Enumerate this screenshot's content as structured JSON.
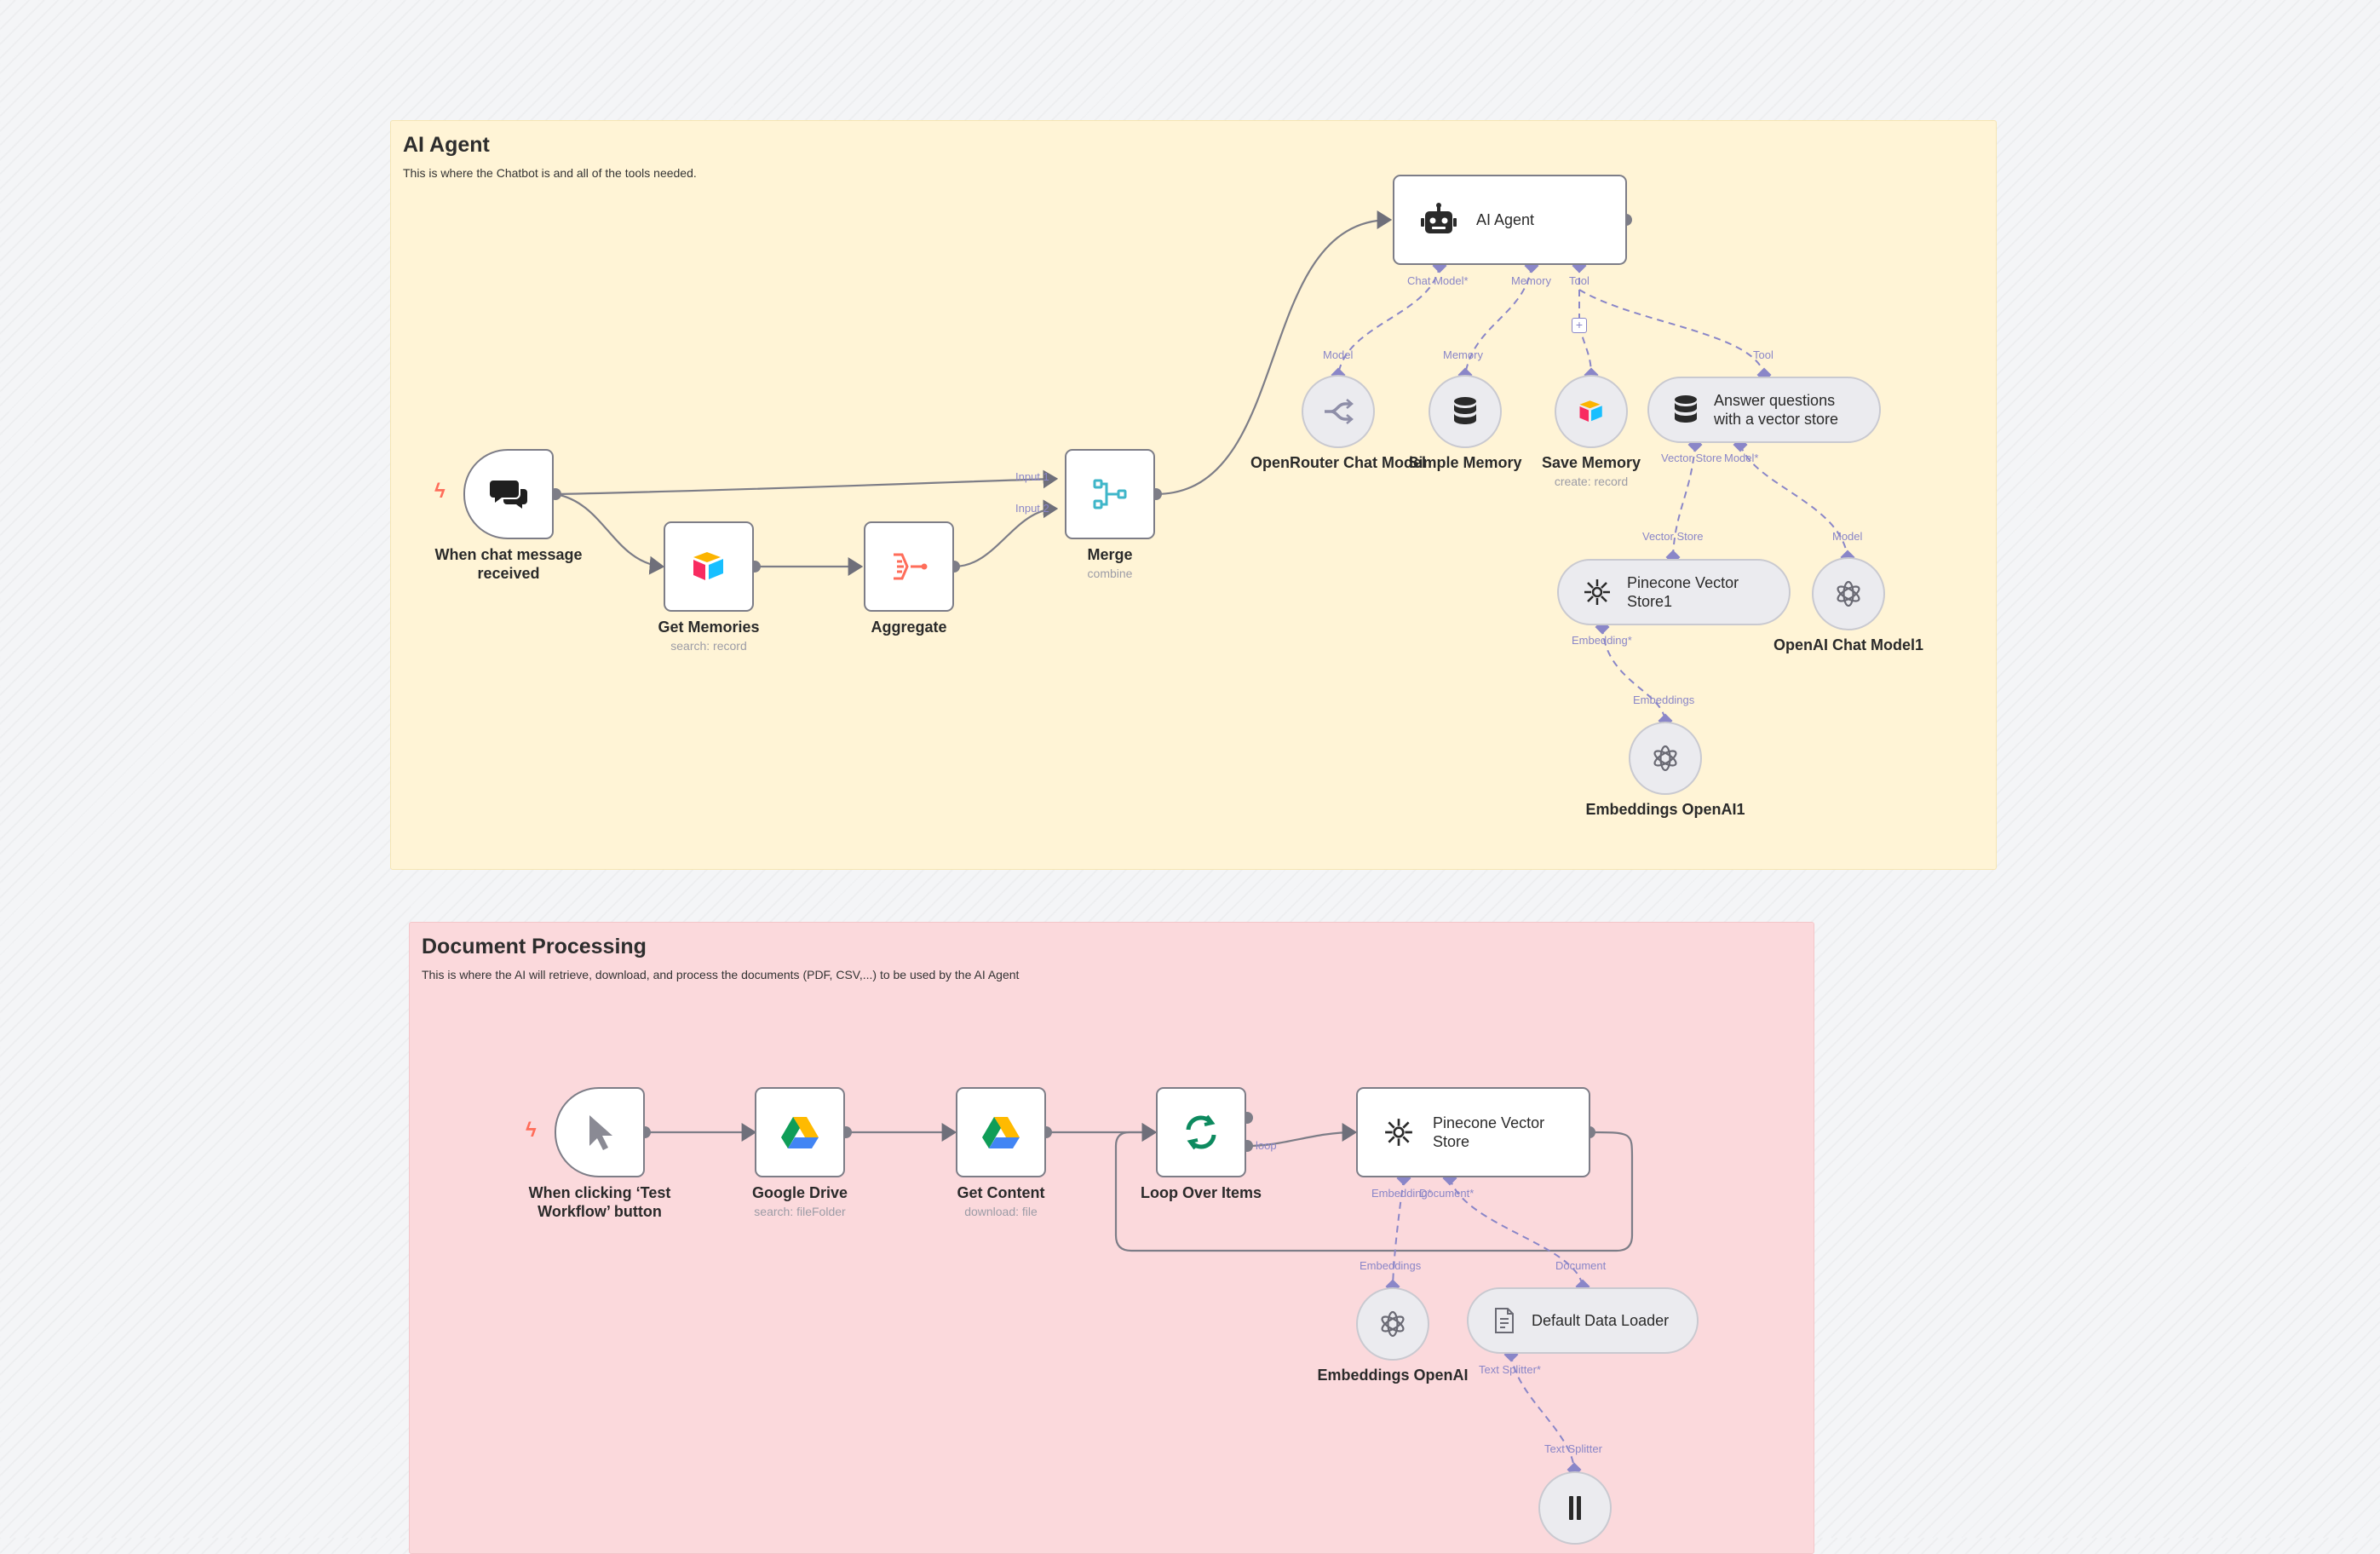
{
  "stickies": {
    "ai_agent": {
      "title": "AI Agent",
      "description": "This is where the Chatbot is and all of the tools needed."
    },
    "document_processing": {
      "title": "Document Processing",
      "description": "This is where the AI will retrieve, download, and process the documents (PDF, CSV,...) to be used by the AI Agent"
    }
  },
  "nodes": {
    "chat_trigger": {
      "title": "When chat message received",
      "icon": "chat-icon"
    },
    "get_memories": {
      "title": "Get Memories",
      "subtitle": "search: record",
      "icon": "airtable-icon"
    },
    "aggregate": {
      "title": "Aggregate",
      "icon": "aggregate-icon"
    },
    "merge": {
      "title": "Merge",
      "subtitle": "combine",
      "icon": "merge-icon"
    },
    "ai_agent": {
      "title": "AI Agent",
      "icon": "robot-icon"
    },
    "openrouter": {
      "title": "OpenRouter Chat Model",
      "icon": "openrouter-icon"
    },
    "simple_memory": {
      "title": "Simple Memory",
      "icon": "database-icon"
    },
    "save_memory": {
      "title": "Save Memory",
      "subtitle": "create: record",
      "icon": "airtable-icon"
    },
    "answer_questions": {
      "title": "Answer questions with a vector store",
      "icon": "database-icon"
    },
    "pinecone1": {
      "title": "Pinecone Vector Store1",
      "icon": "pinecone-icon"
    },
    "openai_chat1": {
      "title": "OpenAI Chat Model1",
      "icon": "openai-icon"
    },
    "embeddings1": {
      "title": "Embeddings OpenAI1",
      "icon": "openai-icon"
    },
    "manual_trigger": {
      "title": "When clicking ‘Test Workflow’ button",
      "icon": "cursor-icon"
    },
    "google_drive": {
      "title": "Google Drive",
      "subtitle": "search: fileFolder",
      "icon": "google-drive-icon"
    },
    "get_content": {
      "title": "Get Content",
      "subtitle": "download: file",
      "icon": "google-drive-icon"
    },
    "loop": {
      "title": "Loop Over Items",
      "icon": "loop-icon"
    },
    "pinecone": {
      "title": "Pinecone Vector Store",
      "icon": "pinecone-icon"
    },
    "embeddings": {
      "title": "Embeddings OpenAI",
      "icon": "openai-icon"
    },
    "data_loader": {
      "title": "Default Data Loader",
      "icon": "document-icon"
    },
    "text_splitter": {
      "icon": "splitter-icon"
    }
  },
  "ports": {
    "input1": "Input 1",
    "input2": "Input 2",
    "chat_model": "Chat Model*",
    "memory": "Memory",
    "tool": "Tool",
    "model": "Model",
    "memory_in": "Memory",
    "tool_in": "Tool",
    "vector_store": "Vector Store",
    "model2": "Model*",
    "vector_store_in": "Vector Store",
    "model_in": "Model",
    "embedding": "Embedding*",
    "embeddings_in": "Embeddings",
    "loop": "loop",
    "embedding2": "Embedding*",
    "document": "Document*",
    "embeddings_in2": "Embeddings",
    "document_in": "Document",
    "text_splitter": "Text Splitter*",
    "text_splitter_in": "Text Splitter"
  },
  "colors": {
    "accent": "#8a86c8",
    "trigger": "#ff6d5a",
    "ai_sticky": "#fff4d6",
    "doc_sticky": "#fbd9dc"
  }
}
